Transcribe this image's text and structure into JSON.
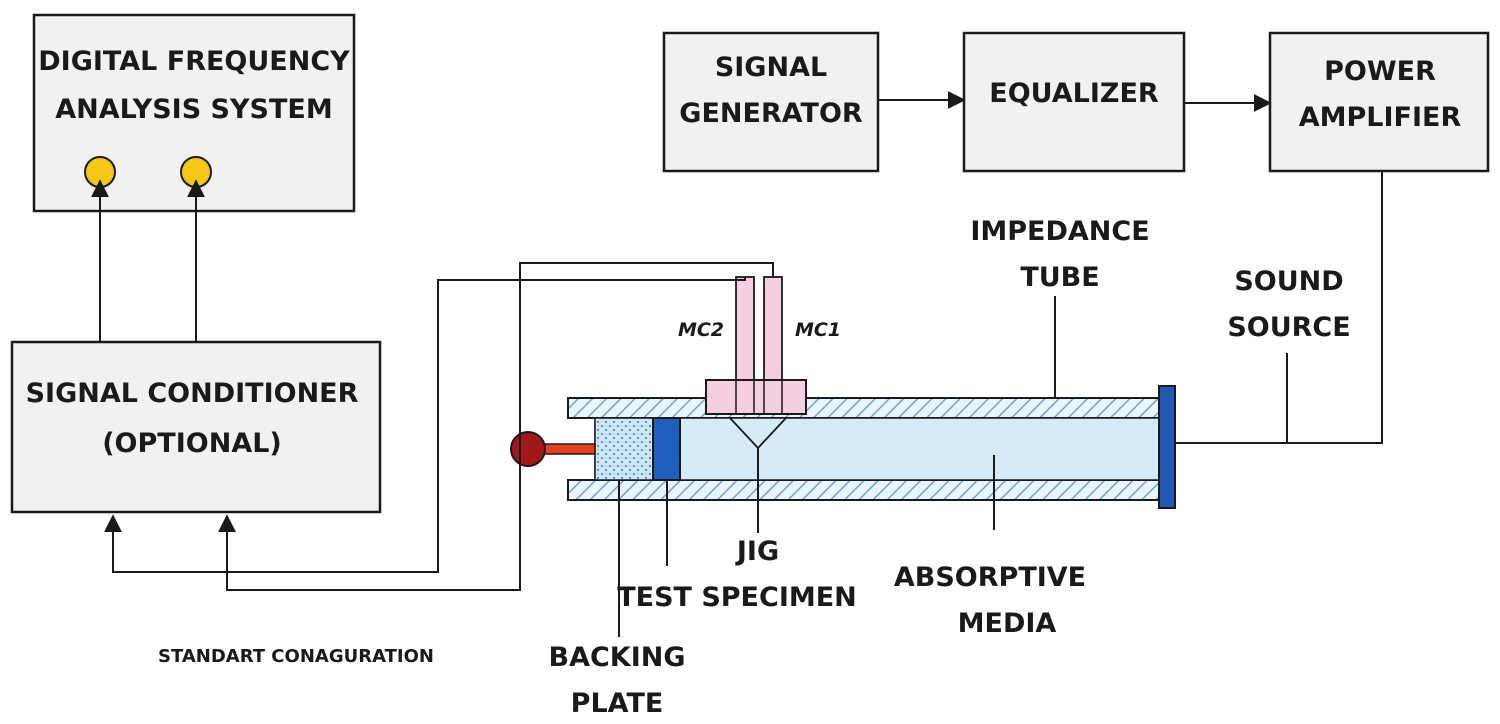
{
  "boxes": {
    "dfas": {
      "line1": "DIGITAL FREQUENCY",
      "line2": "ANALYSIS SYSTEM"
    },
    "conditioner": {
      "line1": "SIGNAL CONDITIONER",
      "line2": "(OPTIONAL)"
    },
    "generator": {
      "line1": "SIGNAL",
      "line2": "GENERATOR"
    },
    "equalizer": {
      "line1": "EQUALIZER"
    },
    "amplifier": {
      "line1": "POWER",
      "line2": "AMPLIFIER"
    }
  },
  "labels": {
    "impedance_tube": {
      "line1": "IMPEDANCE",
      "line2": "TUBE"
    },
    "sound_source": {
      "line1": "SOUND",
      "line2": "SOURCE"
    },
    "mc2": "MC2",
    "mc1": "MC1",
    "jig": "JIG",
    "test_specimen": "TEST SPECIMEN",
    "absorptive_media": {
      "line1": "ABSORPTIVE",
      "line2": "MEDIA"
    },
    "backing_plate": {
      "line1": "BACKING",
      "line2": "PLATE"
    },
    "configuration": "STANDART CONAGURATION"
  },
  "colors": {
    "box_fill": "#f1f1f1",
    "stroke": "#1a1a1a",
    "connector": "#f5c518",
    "tube_fill": "#d6ebf8",
    "hatch": "#6aa6d6",
    "specimen": "#1f5fbf",
    "source_plate": "#2358b8",
    "microphone": "#f3cfe0",
    "plunger_knob": "#a01818",
    "plunger_rod": "#e8401c"
  }
}
